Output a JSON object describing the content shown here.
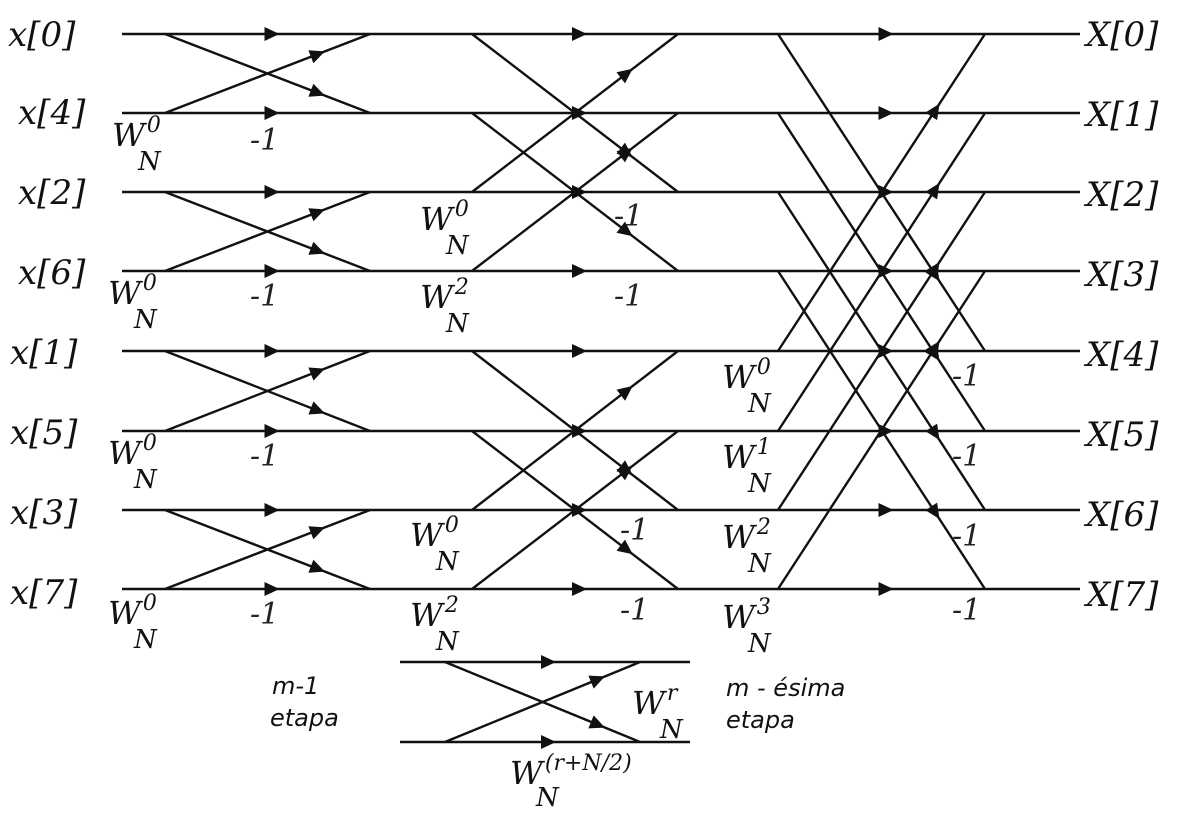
{
  "inputs": [
    "x[0]",
    "x[4]",
    "x[2]",
    "x[6]",
    "x[1]",
    "x[5]",
    "x[3]",
    "x[7]"
  ],
  "outputs": [
    "X[0]",
    "X[1]",
    "X[2]",
    "X[3]",
    "X[4]",
    "X[5]",
    "X[6]",
    "X[7]"
  ],
  "twiddle_base": "W",
  "twiddle_sub": "N",
  "neg_one": "-1",
  "stage1": {
    "twiddle_exps": [
      "0",
      "0",
      "0",
      "0"
    ]
  },
  "stage2": {
    "twiddle_exps": [
      "0",
      "2",
      "0",
      "2"
    ]
  },
  "stage3": {
    "twiddle_exps": [
      "0",
      "1",
      "2",
      "3"
    ]
  },
  "legend": {
    "left_line1": "m-1",
    "left_line2": "etapa",
    "right_line1": "m - ésima",
    "right_line2": "etapa",
    "top_exp": "r",
    "bottom_exp": "(r+N/2)"
  }
}
